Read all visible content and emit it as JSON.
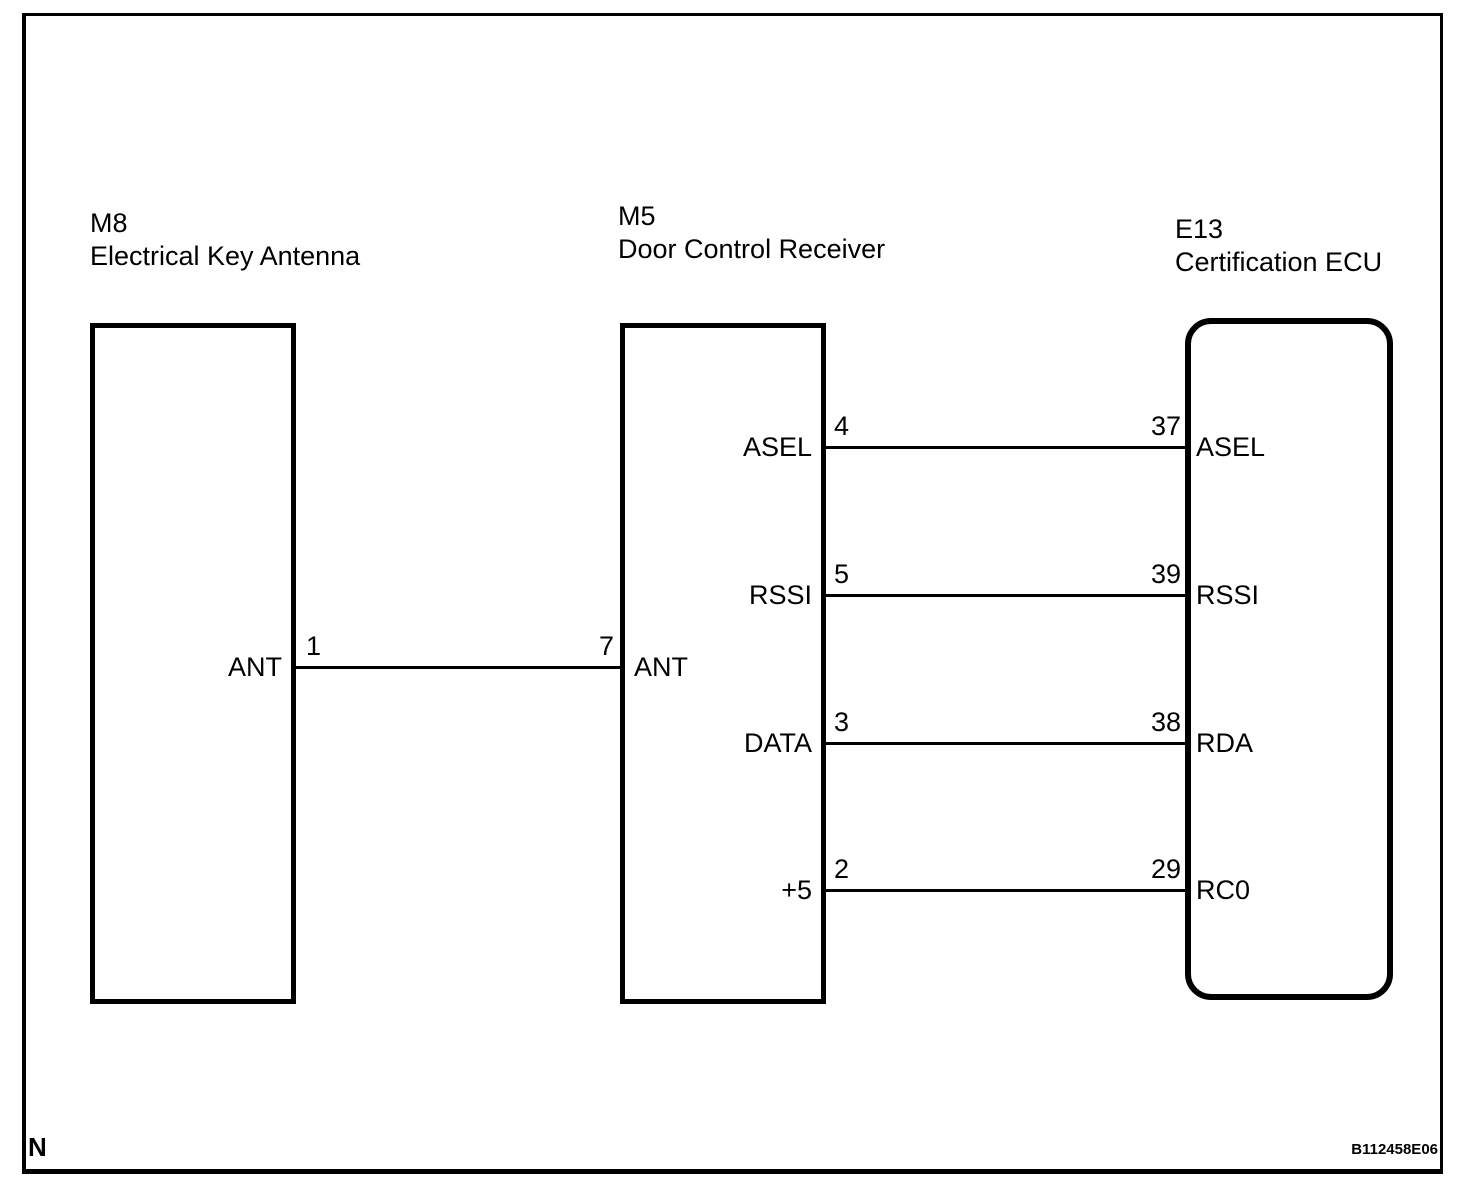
{
  "doc": {
    "type_label": "wiring-diagram",
    "footer_left": "N",
    "footer_right": "B112458E06",
    "colors": {
      "line": "#000000",
      "background": "#ffffff"
    }
  },
  "components": {
    "m8": {
      "code": "M8",
      "name": "Electrical Key Antenna",
      "ports": {
        "ant": "ANT"
      }
    },
    "m5": {
      "code": "M5",
      "name": "Door Control Receiver",
      "ports": {
        "ant": "ANT",
        "asel": "ASEL",
        "rssi": "RSSI",
        "data": "DATA",
        "plus5": "+5"
      }
    },
    "e13": {
      "code": "E13",
      "name": "Certification ECU",
      "ports": {
        "asel": "ASEL",
        "rssi": "RSSI",
        "rda": "RDA",
        "rc0": "RC0"
      }
    }
  },
  "connections": [
    {
      "from_component": "M8",
      "from_port": "ANT",
      "from_pin": "1",
      "to_component": "M5",
      "to_port": "ANT",
      "to_pin": "7"
    },
    {
      "from_component": "M5",
      "from_port": "ASEL",
      "from_pin": "4",
      "to_component": "E13",
      "to_port": "ASEL",
      "to_pin": "37"
    },
    {
      "from_component": "M5",
      "from_port": "RSSI",
      "from_pin": "5",
      "to_component": "E13",
      "to_port": "RSSI",
      "to_pin": "39"
    },
    {
      "from_component": "M5",
      "from_port": "DATA",
      "from_pin": "3",
      "to_component": "E13",
      "to_port": "RDA",
      "to_pin": "38"
    },
    {
      "from_component": "M5",
      "from_port": "+5",
      "from_pin": "2",
      "to_component": "E13",
      "to_port": "RC0",
      "to_pin": "29"
    }
  ]
}
